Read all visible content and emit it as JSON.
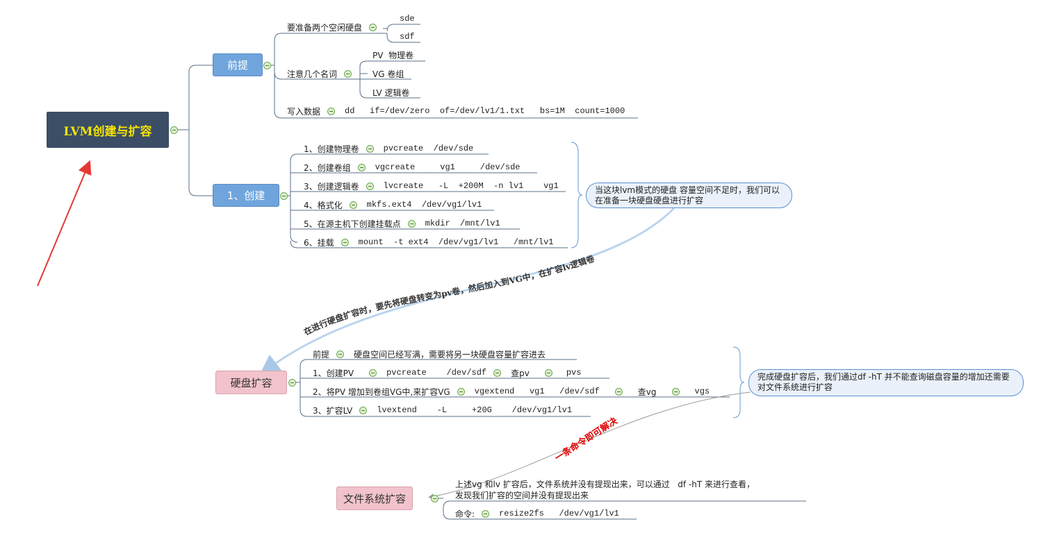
{
  "root": {
    "title": "LVM创建与扩容"
  },
  "premise": {
    "title": "前提",
    "disks": {
      "label": "要准备两个空闲硬盘",
      "items": [
        "sde",
        "sdf"
      ]
    },
    "terms": {
      "label": "注意几个名词",
      "items": [
        "PV  物理卷",
        "VG 卷组",
        "LV 逻辑卷"
      ]
    },
    "write": {
      "label": "写入数据",
      "command": "dd   if=/dev/zero  of=/dev/lv1/1.txt   bs=1M  count=1000"
    }
  },
  "create": {
    "title": "1、创建",
    "steps": [
      {
        "label": "1、创建物理卷",
        "command": "pvcreate  /dev/sde"
      },
      {
        "label": "2、创建卷组",
        "command": "vgcreate     vg1     /dev/sde"
      },
      {
        "label": "3、创建逻辑卷",
        "command": "lvcreate   -L  +200M  -n lv1    vg1"
      },
      {
        "label": "4、格式化",
        "command": "mkfs.ext4  /dev/vg1/lv1"
      },
      {
        "label": "5、在源主机下创建挂载点",
        "command": "mkdir  /mnt/lv1"
      },
      {
        "label": "6、挂载",
        "command": "mount  -t ext4  /dev/vg1/lv1   /mnt/lv1"
      }
    ]
  },
  "callout1": "当这块lvm模式的硬盘 容量空间不足时，我们可以在准备一块硬盘硬盘进行扩容",
  "connector1_label": "在进行硬盘扩容时，要先将硬盘转变为pv卷，然后加入到VG中，在扩容lv逻辑卷",
  "extend": {
    "title": "硬盘扩容",
    "premise": {
      "label": "前提",
      "text": "硬盘空间已经写满，需要将另一块硬盘容量扩容进去"
    },
    "step1": {
      "label": "1、创建PV",
      "command": "pvcreate    /dev/sdf",
      "check": "查pv",
      "check_cmd": "pvs"
    },
    "step2": {
      "label": "2、将PV 增加到卷组VG中,来扩容VG",
      "command": "vgextend   vg1   /dev/sdf",
      "check": "查vg",
      "check_cmd": "vgs"
    },
    "step3": {
      "label": "3、扩容LV",
      "command": "lvextend    -L     +20G    /dev/vg1/lv1"
    }
  },
  "callout2": "完成硬盘扩容后，我们通过df -hT 并不能查询磁盘容量的增加还需要对文件系统进行扩容",
  "connector2_label": "一条命令即可解决",
  "fs": {
    "title": "文件系统扩容",
    "note_line1": "上述vg 和lv 扩容后，文件系统并没有提现出来，可以通过   df -hT 来进行查看，",
    "note_line2": "发现我们扩容的空间并没有提现出来",
    "cmd_label": "命令:",
    "command": "resize2fs   /dev/vg1/lv1"
  },
  "colors": {
    "root_bg": "#3b4e66",
    "root_text": "#f5e400",
    "blue_node": "#6fa5dc",
    "pink_node": "#f2c3cc",
    "arrow": "#e53935",
    "label_red": "#e00000"
  }
}
